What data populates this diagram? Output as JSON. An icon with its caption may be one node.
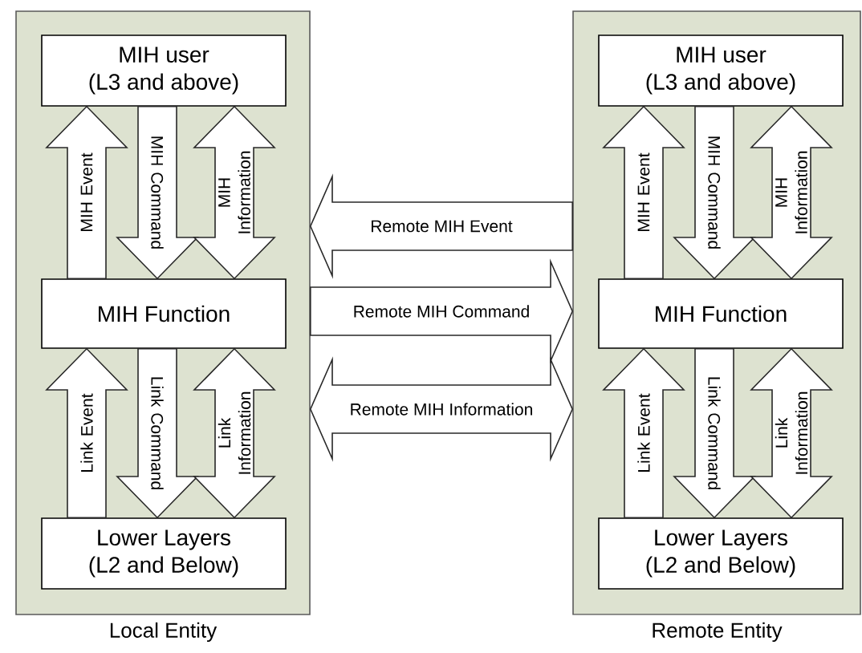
{
  "diagram": {
    "nodes": [
      {
        "text": [
          "Local Entity"
        ]
      },
      {
        "text": [
          "MIH user",
          "(L3 and above)"
        ],
        "in": 0
      },
      {
        "text": [
          "MIH Function"
        ],
        "in": 0
      },
      {
        "text": [
          "Lower Layers",
          "(L2 and Below)"
        ],
        "in": 0
      },
      {
        "text": [
          "Remote Entity"
        ]
      },
      {
        "text": [
          "MIH user",
          "(L3 and above)"
        ],
        "in": 4
      },
      {
        "text": [
          "MIH Function"
        ],
        "in": 4
      },
      {
        "text": [
          "Lower Layers",
          "(L2 and Below)"
        ],
        "in": 4
      }
    ],
    "edges": [
      {
        "from": 2,
        "to": 1,
        "arrow": "to",
        "label": "MIH Event"
      },
      {
        "from": 1,
        "to": 2,
        "arrow": "to",
        "label": "MIH Command"
      },
      {
        "from": 1,
        "to": 2,
        "arrow": "both",
        "label": "MIH Information"
      },
      {
        "from": 3,
        "to": 2,
        "arrow": "to",
        "label": "Link Event"
      },
      {
        "from": 2,
        "to": 3,
        "arrow": "to",
        "label": "Link Command"
      },
      {
        "from": 2,
        "to": 3,
        "arrow": "both",
        "label": "Link Information"
      },
      {
        "from": 6,
        "to": 5,
        "arrow": "to",
        "label": "MIH Event"
      },
      {
        "from": 5,
        "to": 6,
        "arrow": "to",
        "label": "MIH Command"
      },
      {
        "from": 5,
        "to": 6,
        "arrow": "both",
        "label": "MIH Information"
      },
      {
        "from": 7,
        "to": 6,
        "arrow": "to",
        "label": "Link Event"
      },
      {
        "from": 6,
        "to": 7,
        "arrow": "to",
        "label": "Link Command"
      },
      {
        "from": 6,
        "to": 7,
        "arrow": "both",
        "label": "Link Information"
      },
      {
        "from": 4,
        "to": 0,
        "arrow": "to",
        "label": "Remote MIH Event"
      },
      {
        "from": 0,
        "to": 4,
        "arrow": "to",
        "label": "Remote MIH Command"
      },
      {
        "from": 0,
        "to": 4,
        "arrow": "both",
        "label": "Remote MIH Information"
      }
    ]
  }
}
